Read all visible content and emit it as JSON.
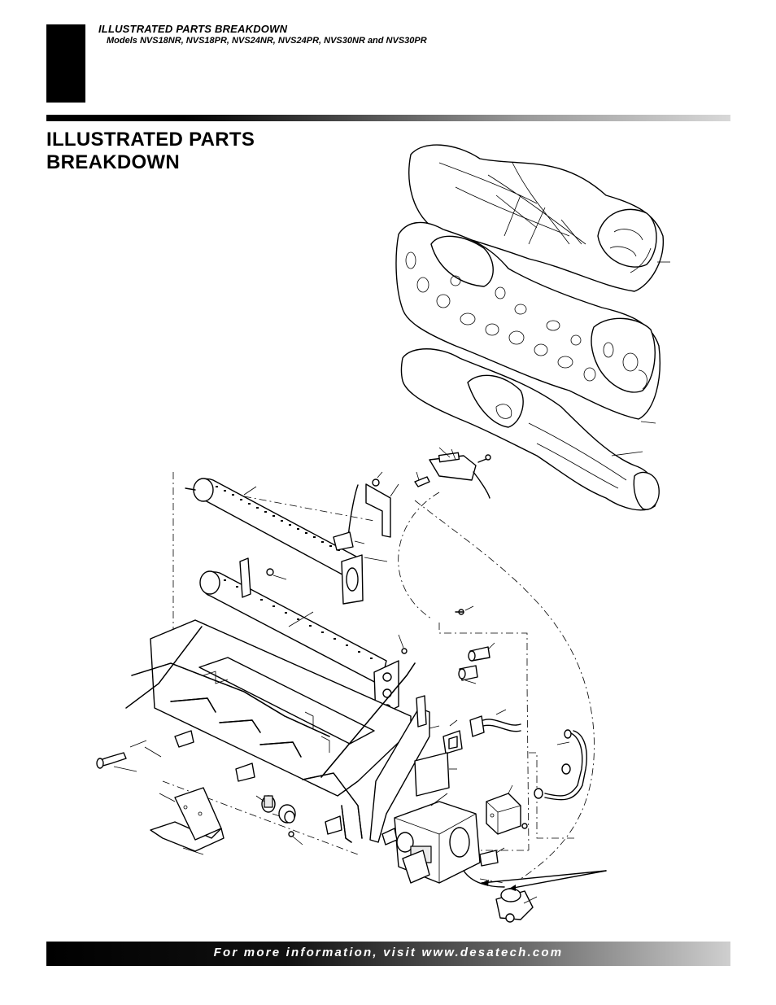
{
  "header": {
    "title": "ILLUSTRATED PARTS BREAKDOWN",
    "models": "Models NVS18NR, NVS18PR, NVS24NR, NVS24PR, NVS30NR and NVS30PR"
  },
  "page_title": {
    "line1": "ILLUSTRATED PARTS",
    "line2": "BREAKDOWN"
  },
  "footer": {
    "text": "For more information, visit www.desatech.com"
  }
}
